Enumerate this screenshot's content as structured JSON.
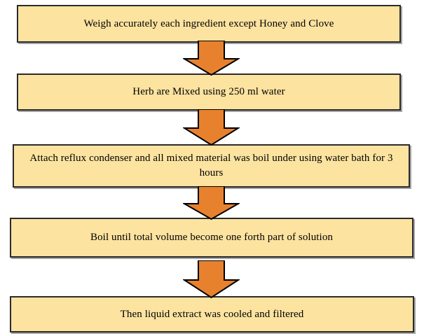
{
  "diagram": {
    "type": "flowchart",
    "orientation": "top-to-bottom",
    "title": "Herbal extract preparation process flowchart",
    "colors": {
      "node_fill": "#fce3a0",
      "node_border": "#2b2b2b",
      "node_text": "#000000",
      "arrow_fill": "#e8812e",
      "arrow_border": "#000000",
      "background": "#ffffff"
    },
    "nodes": [
      {
        "id": "step-1",
        "label": "Weigh accurately each ingredient except Honey and Clove",
        "lines": 1
      },
      {
        "id": "step-2",
        "label": "Herb are Mixed using 250 ml water",
        "lines": 1
      },
      {
        "id": "step-3",
        "label": "Attach reflux condenser and all mixed material was boil under using water bath for 3 hours",
        "lines": 2
      },
      {
        "id": "step-4",
        "label": "Boil until total volume become one forth part of solution",
        "lines": 1
      },
      {
        "id": "step-5",
        "label": "Then liquid extract was cooled and filtered",
        "lines": 1
      }
    ],
    "connectors": [
      {
        "id": "arrow-1",
        "from": "step-1",
        "to": "step-2",
        "shape": "down-block-arrow"
      },
      {
        "id": "arrow-2",
        "from": "step-2",
        "to": "step-3",
        "shape": "down-block-arrow"
      },
      {
        "id": "arrow-3",
        "from": "step-3",
        "to": "step-4",
        "shape": "down-block-arrow"
      },
      {
        "id": "arrow-4",
        "from": "step-4",
        "to": "step-5",
        "shape": "down-block-arrow"
      }
    ]
  }
}
